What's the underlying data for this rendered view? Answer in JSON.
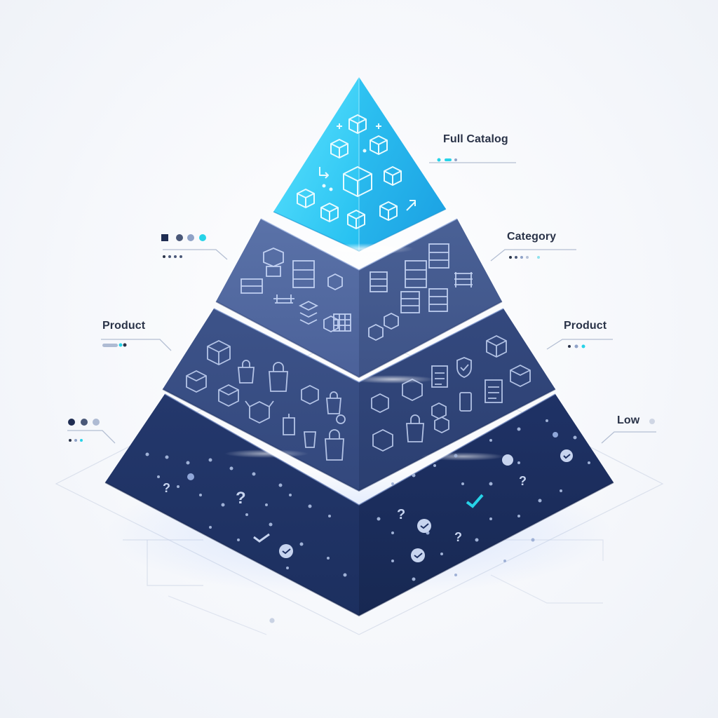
{
  "diagram": {
    "labels": {
      "full_catalog": "Full Catalog",
      "category": "Category",
      "product_left": "Product",
      "product_right": "Product",
      "low": "Low"
    },
    "colors": {
      "apex": "#2ec7f0",
      "apex_dark": "#1ea9e6",
      "tier2": "#4a6197",
      "tier3": "#34487c",
      "tier4": "#1f3163",
      "accent": "#27d3e8",
      "icon_line": "#cfe0ff",
      "text": "#2a3348"
    }
  }
}
